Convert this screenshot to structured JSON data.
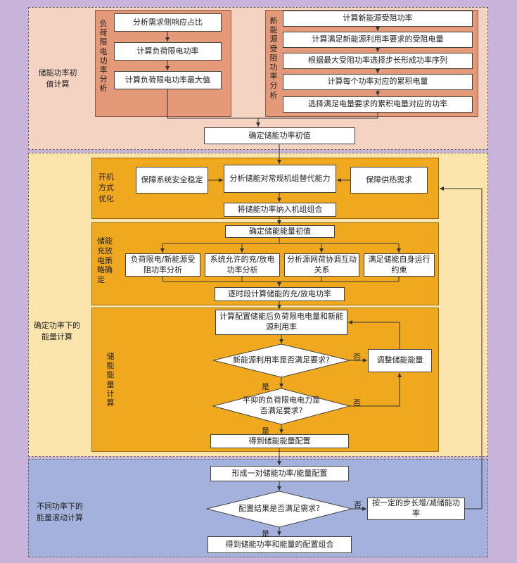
{
  "regions": {
    "initial": "储能功率初值计算",
    "energy": "确定功率下的能量计算",
    "rolling": "不同功率下的能量滚动计算"
  },
  "load_panel": {
    "title": "负荷限电功率分析",
    "steps": [
      "分析需求侧响应占比",
      "计算负荷限电功率",
      "计算负荷限电功率最大值"
    ]
  },
  "renew_panel": {
    "title": "新能源受阻功率分析",
    "steps": [
      "计算新能源受阻功率",
      "计算满足新能源利用率要求的受阻电量",
      "根据最大受阻功率选择步长形成功率序列",
      "计算每个功率对应的累积电量",
      "选择满足电量要求的累积电量对应的功率"
    ]
  },
  "determine_initial": "确定储能功率初值",
  "startup_panel": {
    "title": "开机方式优化",
    "left": "保障系统安全稳定",
    "center": "分析储能对常规机组替代能力",
    "right": "保障供热需求",
    "bottom": "将储能功率纳入机组组合"
  },
  "strategy_panel": {
    "title": "储能充放电策略确定",
    "top": "确定储能能量初值",
    "items": [
      "负荷限电/新能源受阻功率分析",
      "系统允许的充/放电功率分析",
      "分析源网荷协调互动关系",
      "满足储能自身运行约束"
    ],
    "bottom": "逐时段计算储能的充/放电功率"
  },
  "energy_panel": {
    "title": "储能能量计算",
    "calc": "计算配置储能后负荷限电电量和新能源利用率",
    "q1": "新能源利用率是否满足要求?",
    "q2": "平抑的负荷限电电力是否满足要求?",
    "adjust": "调整储能能量",
    "result": "得到储能能量配置"
  },
  "rolling_panel": {
    "form": "形成一对储能功率/能量配置",
    "q": "配置结果是否满足需求?",
    "step": "按一定的步长增/减储能功率",
    "final": "得到储能功率和能量的配置组合"
  },
  "labels": {
    "yes": "是",
    "no": "否"
  }
}
